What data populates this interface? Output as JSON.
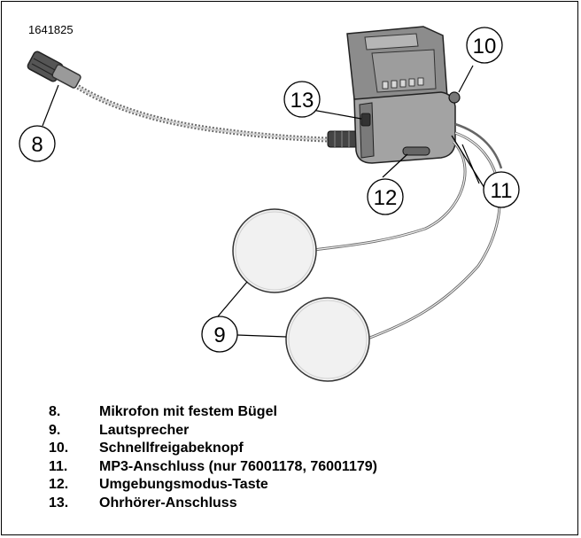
{
  "figure_id": "1641825",
  "callouts": {
    "c8": "8",
    "c9": "9",
    "c10": "10",
    "c11": "11",
    "c12": "12",
    "c13": "13"
  },
  "legend": [
    {
      "num": "8.",
      "text": "Mikrofon mit festem Bügel"
    },
    {
      "num": "9.",
      "text": "Lautsprecher"
    },
    {
      "num": "10.",
      "text": "Schnellfreigabeknopf"
    },
    {
      "num": "11.",
      "text": "MP3-Anschluss (nur 76001178, 76001179)"
    },
    {
      "num": "12.",
      "text": "Umgebungsmodus-Taste"
    },
    {
      "num": "13.",
      "text": "Ohrhörer-Anschluss"
    }
  ]
}
